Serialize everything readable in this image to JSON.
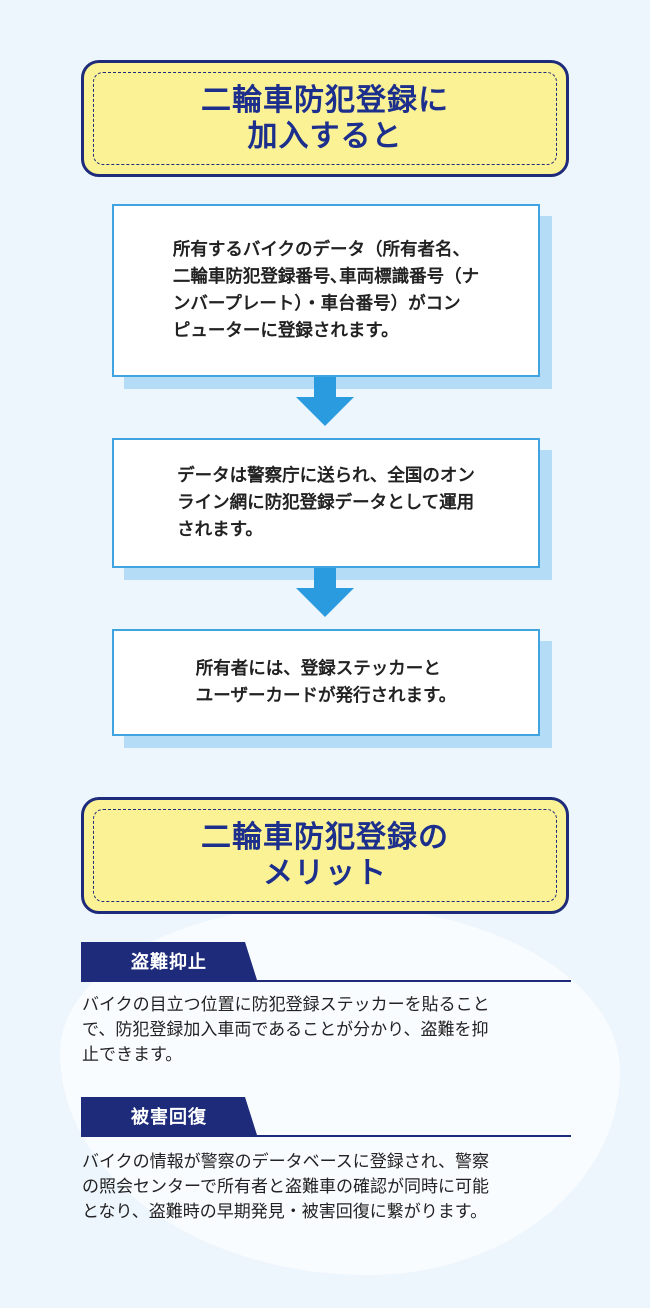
{
  "section1": {
    "title": "二輪車防犯登録に\n加入すると"
  },
  "steps": [
    {
      "text": "所有するバイクのデータ（所有者名、\n二輪車防犯登録番号､車両標識番号（ナ\nンバープレート）・車台番号）がコン\nピューターに登録されます。"
    },
    {
      "text": "データは警察庁に送られ、全国のオン\nライン網に防犯登録データとして運用\nされます。"
    },
    {
      "text": "所有者には、登録ステッカーと\nユーザーカードが発行されます。"
    }
  ],
  "section2": {
    "title": "二輪車防犯登録の\nメリット"
  },
  "merits": [
    {
      "heading": "盗難抑止",
      "body": "バイクの目立つ位置に防犯登録ステッカーを貼ること\nで、防犯登録加入車両であることが分かり、盗難を抑\n止できます。"
    },
    {
      "heading": "被害回復",
      "body": "バイクの情報が警察のデータベースに登録され、警察\nの照会センターで所有者と盗難車の確認が同時に可能\nとなり、盗難時の早期発見・被害回復に繋がります。"
    }
  ],
  "colors": {
    "background": "#eef6fd",
    "title_fill": "#fbf296",
    "title_text": "#1c2f8c",
    "navy": "#1d2b7a",
    "step_border": "#3fa4e0",
    "step_shadow": "#b4dcf6",
    "arrow": "#2b9be0"
  }
}
